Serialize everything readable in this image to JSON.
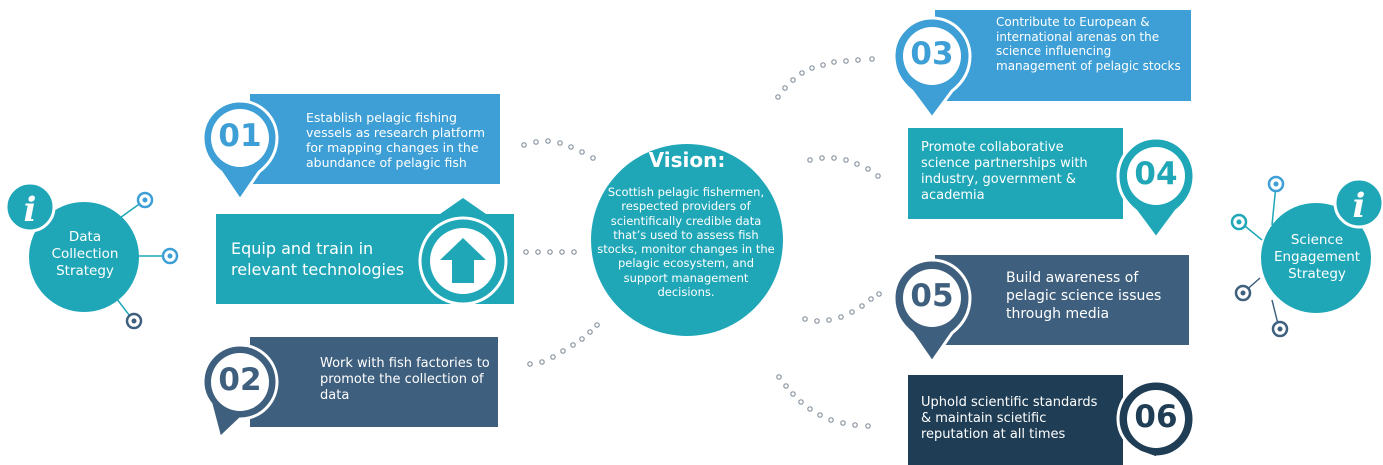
{
  "vision": {
    "title": "Vision:",
    "text": "Scottish pelagic fishermen, respected providers of scientifically credible data that’s used to assess fish stocks, monitor changes in the pelagic ecosystem, and support management decisions."
  },
  "left_strategy": {
    "label": "Data Collection Strategy"
  },
  "right_strategy": {
    "label": "Science Engagement Strategy"
  },
  "items": [
    {
      "number": "01",
      "text": "Establish pelagic fishing vessels as research platform for mapping changes in the abundance of pelagic fish",
      "color": "#3d9fd6"
    },
    {
      "number": "",
      "text": "Equip and train in relevant technologies",
      "color": "#1fa7b8",
      "icon": "up-arrow-house-icon"
    },
    {
      "number": "02",
      "text": "Work with fish factories to promote the collection of data",
      "color": "#3e5f7e"
    },
    {
      "number": "03",
      "text": "Contribute to European & international arenas on the science influencing management of pelagic stocks",
      "color": "#3d9fd6"
    },
    {
      "number": "04",
      "text": "Promote collaborative science partnerships with industry, government & academia",
      "color": "#1fa7b8"
    },
    {
      "number": "05",
      "text": "Build awareness of pelagic science issues through media",
      "color": "#3e5f7e"
    },
    {
      "number": "06",
      "text": "Uphold scientific standards & maintain scietific reputation at all times",
      "color": "#1f3d55"
    }
  ],
  "colors": {
    "cyan": "#1fa7b8",
    "blue": "#3d9fd6",
    "slate": "#3e5f7e",
    "navy": "#1f3d55",
    "dots": "#8a95a0"
  }
}
